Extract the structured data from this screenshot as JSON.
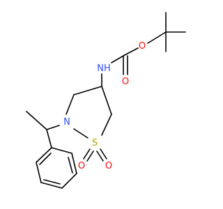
{
  "molecule": {
    "atoms": {
      "nh": "NH",
      "o_carbonyl": "O",
      "o_ester": "O",
      "n_ring": "N",
      "s_ring": "S",
      "o_s1": "O",
      "o_s2": "O"
    },
    "colors": {
      "bond": "#000000",
      "nitrogen": "#3050F8",
      "oxygen": "#FF0D0D",
      "sulfur": "#B8A000"
    }
  }
}
